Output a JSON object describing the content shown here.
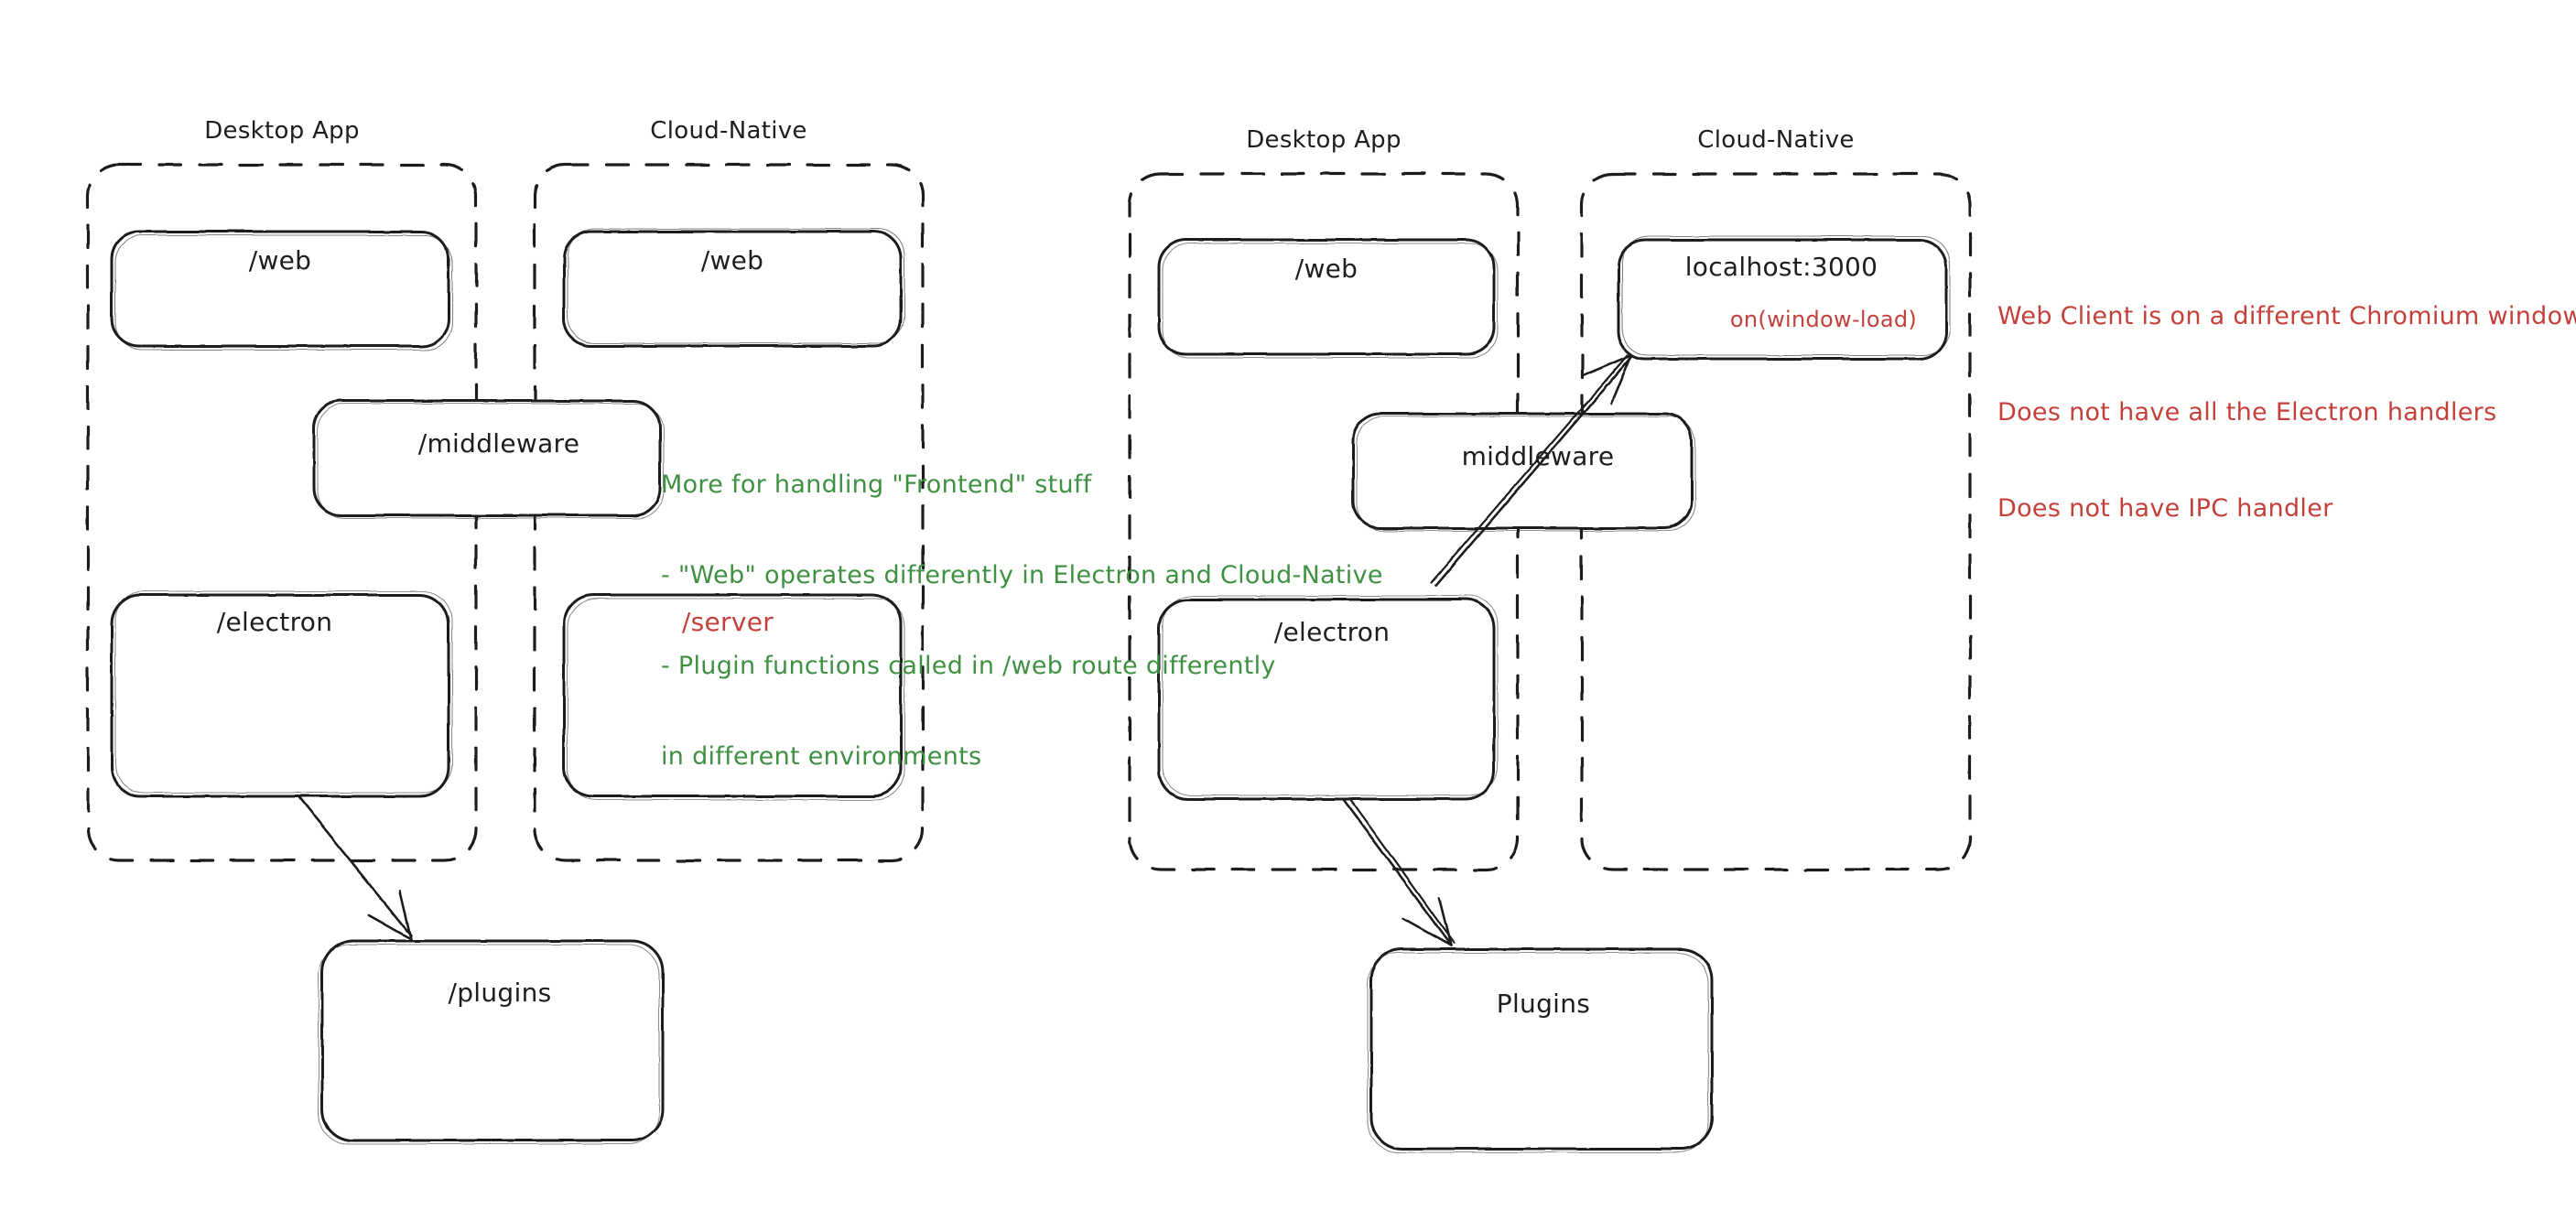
{
  "diagram": {
    "title_hidden": "",
    "style": "hand-drawn-excalidraw",
    "background": "#ffffff",
    "colors": {
      "stroke": "#1e1e1e",
      "green_note": "#3f9142",
      "red_note": "#c4403a"
    },
    "panels": [
      {
        "id": "left-desktop-app",
        "group_label": "Desktop App",
        "boxes": [
          {
            "id": "left-web",
            "label": "/web",
            "color": "#1e1e1e"
          },
          {
            "id": "left-electron",
            "label": "/electron",
            "color": "#1e1e1e"
          }
        ]
      },
      {
        "id": "left-cloud-native",
        "group_label": "Cloud-Native",
        "boxes": [
          {
            "id": "left-cn-web",
            "label": "/web",
            "color": "#1e1e1e"
          },
          {
            "id": "left-server",
            "label": "/server",
            "color": "#c4403a"
          }
        ]
      },
      {
        "id": "right-desktop-app",
        "group_label": "Desktop App",
        "boxes": [
          {
            "id": "right-web",
            "label": "/web",
            "color": "#1e1e1e"
          },
          {
            "id": "right-electron",
            "label": "/electron",
            "color": "#1e1e1e"
          }
        ]
      },
      {
        "id": "right-cloud-native",
        "group_label": "Cloud-Native",
        "boxes": [
          {
            "id": "right-localhost",
            "label": "localhost:3000",
            "sub_label": "on(window-load)",
            "color": "#1e1e1e",
            "sub_color": "#c4403a"
          }
        ]
      }
    ],
    "straddling_boxes": [
      {
        "id": "left-middleware",
        "label": "/middleware"
      },
      {
        "id": "right-middleware",
        "label": "middleware"
      }
    ],
    "bottom_boxes": [
      {
        "id": "left-plugins",
        "label": "/plugins"
      },
      {
        "id": "right-plugins",
        "label": "Plugins"
      }
    ],
    "notes": {
      "green": {
        "color": "#3f9142",
        "lines": [
          "More for handling \"Frontend\" stuff",
          "- \"Web\" operates differently in Electron and Cloud-Native",
          "- Plugin functions called in /web route differently",
          "in different environments"
        ]
      },
      "red": {
        "color": "#c4403a",
        "lines": [
          "Web Client is on a different Chromium window",
          "Does not have all the Electron handlers",
          "Does not have IPC handler"
        ]
      }
    },
    "arrows": [
      {
        "id": "arrow-left-electron-to-plugins",
        "from": "left-electron",
        "to": "left-plugins"
      },
      {
        "id": "arrow-right-electron-to-plugins",
        "from": "right-electron",
        "to": "right-plugins"
      },
      {
        "id": "arrow-right-electron-to-localhost",
        "from": "right-electron",
        "to": "right-localhost"
      }
    ]
  }
}
